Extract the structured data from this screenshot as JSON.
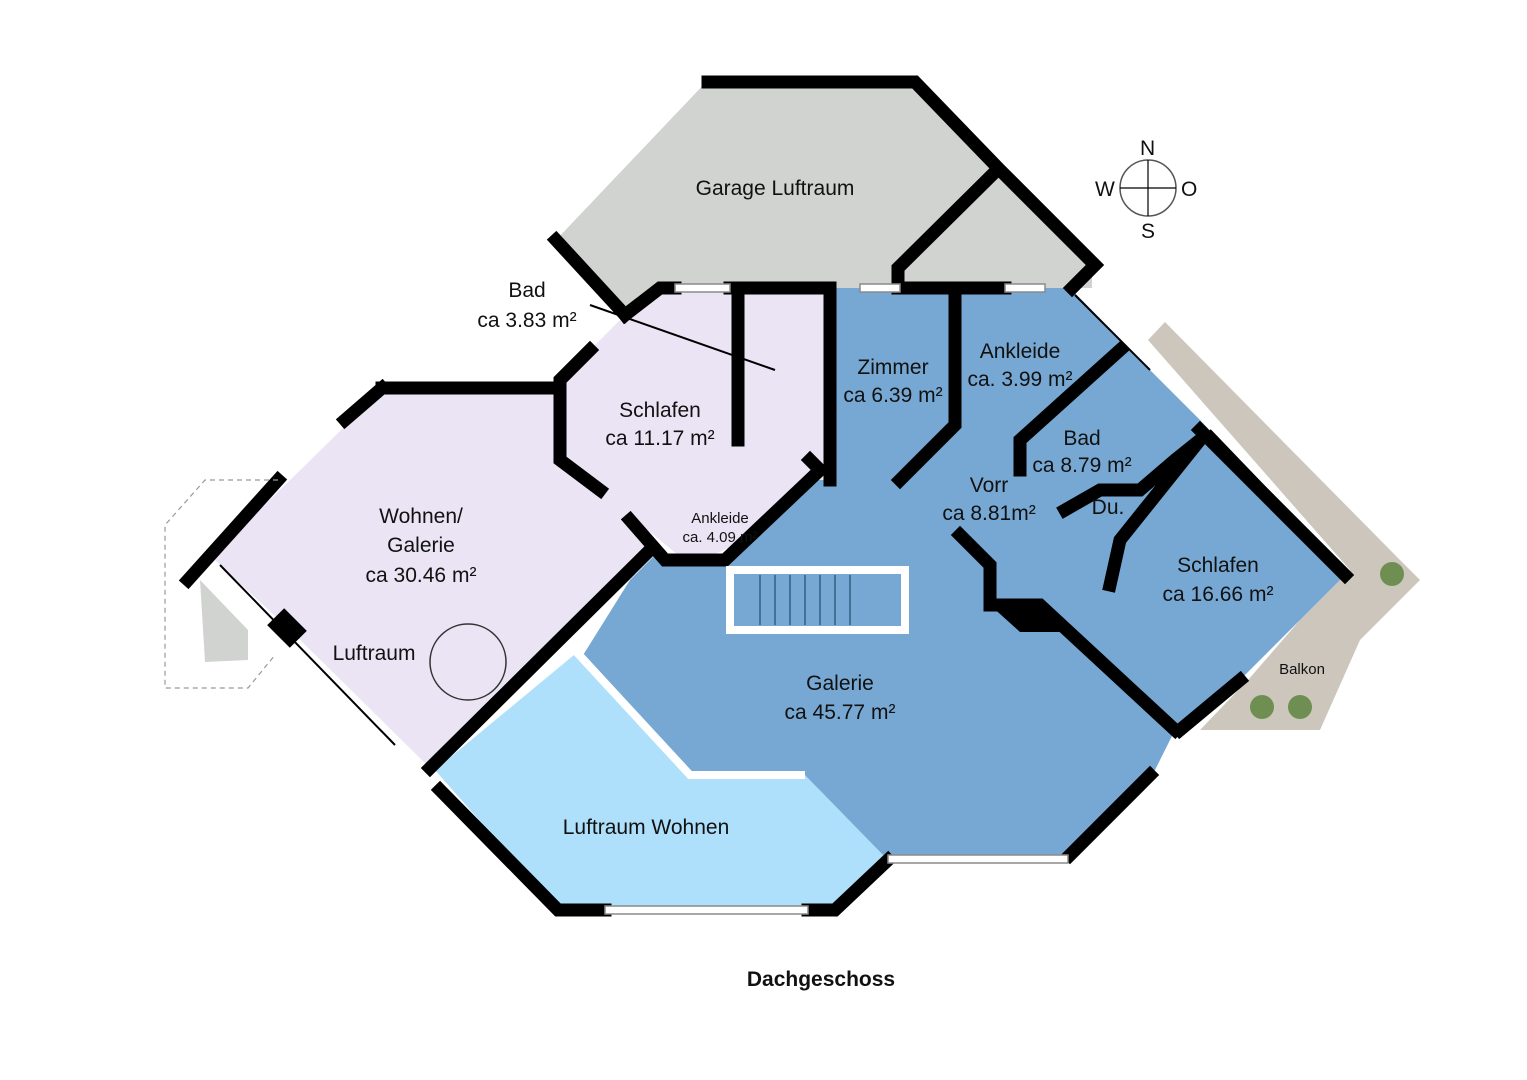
{
  "title": "Dachgeschoss",
  "compass": {
    "north": "N",
    "south": "S",
    "west": "W",
    "east": "O"
  },
  "colors": {
    "living_lilac": "#ebe4f4",
    "room_blue": "#76a8d3",
    "void_light_blue": "#aee0fb",
    "garage_grey": "#d1d3d0",
    "balcony_tile": "#cdc6bd",
    "wall": "#000000"
  },
  "rooms": [
    {
      "name": "Garage Luftraum",
      "area": ""
    },
    {
      "name": "Bad",
      "area": "ca 3.83 m²"
    },
    {
      "name": "Schlafen",
      "area": "ca 11.17 m²"
    },
    {
      "name": "Zimmer",
      "area": "ca 6.39 m²"
    },
    {
      "name": "Ankleide",
      "area": "ca. 3.99 m²"
    },
    {
      "name": "Bad",
      "area": "ca 8.79 m²"
    },
    {
      "name": "Vorr",
      "area": "ca 8.81m²"
    },
    {
      "name": "Du.",
      "area": ""
    },
    {
      "name": "Ankleide",
      "area": "ca. 4.09 m²"
    },
    {
      "name": "Wohnen/",
      "name2": "Galerie",
      "area": "ca 30.46 m²"
    },
    {
      "name": "Luftraum",
      "area": ""
    },
    {
      "name": "Galerie",
      "area": "ca 45.77 m²"
    },
    {
      "name": "Schlafen",
      "area": "ca 16.66 m²"
    },
    {
      "name": "Balkon",
      "area": ""
    },
    {
      "name": "Luftraum Wohnen",
      "area": ""
    }
  ]
}
